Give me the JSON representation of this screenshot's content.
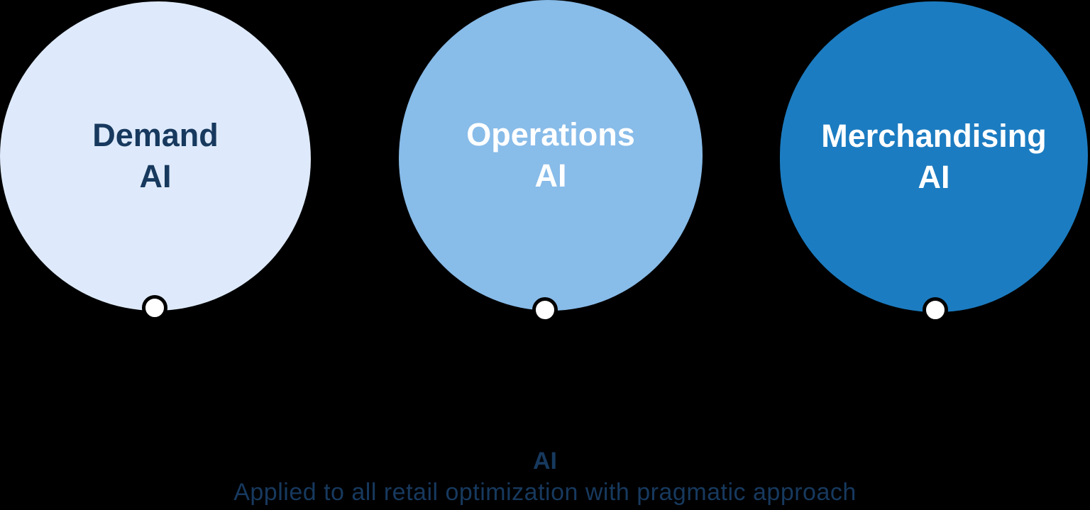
{
  "diagram": {
    "background_color": "#000000",
    "bubbles": [
      {
        "name": "Demand",
        "line2": "AI",
        "fill": "#DEEAFB",
        "text_color": "#17395E"
      },
      {
        "name": "Operations",
        "line2": "AI",
        "fill": "#88BCE9",
        "text_color": "#FFFFFF"
      },
      {
        "name": "Merchandising",
        "line2": "AI",
        "fill": "#1C7CC1",
        "text_color": "#FFFFFF"
      }
    ],
    "dot": {
      "fill": "#FFFFFF",
      "border_color": "#000000"
    },
    "footer": {
      "heading": "AI",
      "caption": "Applied to all retail optimization with pragmatic approach",
      "text_color": "#17395E"
    }
  }
}
